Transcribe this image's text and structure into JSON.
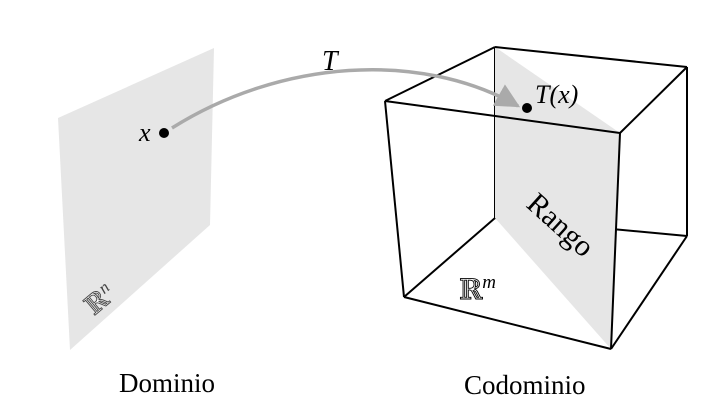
{
  "diagram": {
    "map_label": "T",
    "point_label": "x",
    "image_point_label": "T(x)",
    "range_label": "Rango",
    "domain_space": {
      "symbol": "ℝ",
      "exponent": "n"
    },
    "codomain_space": {
      "symbol": "ℝ",
      "exponent": "m"
    },
    "domain_caption": "Dominio",
    "codomain_caption": "Codominio",
    "colors": {
      "plane_fill": "#e6e6e6",
      "arrow": "#aaaaaa",
      "edges": "#000000"
    }
  }
}
